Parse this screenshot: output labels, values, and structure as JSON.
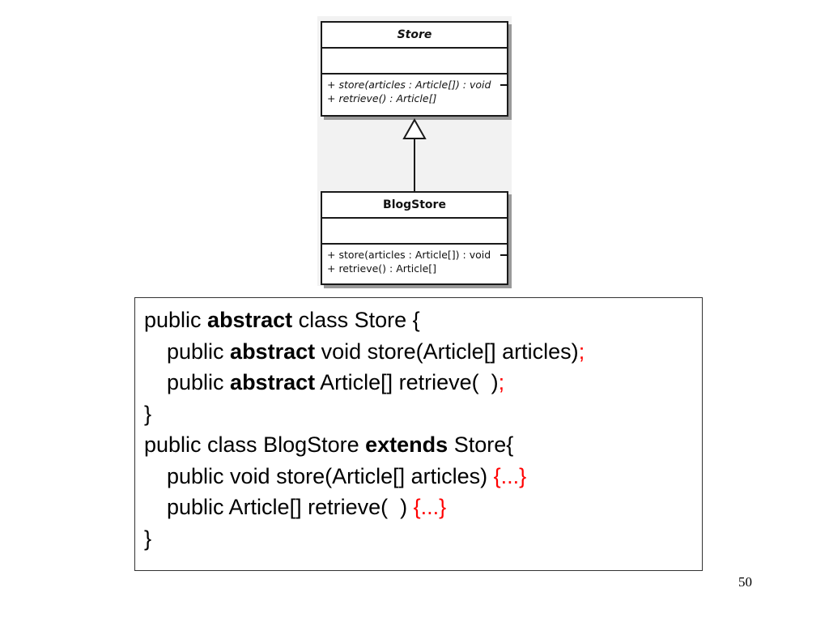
{
  "uml": {
    "store": {
      "name": "Store",
      "ops": [
        "+ store(articles : Article[]) : void",
        "+ retrieve() : Article[]"
      ]
    },
    "blogstore": {
      "name": "BlogStore",
      "ops": [
        "+ store(articles : Article[]) : void",
        "+ retrieve() : Article[]"
      ]
    }
  },
  "code": {
    "l1": {
      "a": "public ",
      "kw": "abstract",
      "b": " class Store {"
    },
    "l2": {
      "a": "public ",
      "kw": "abstract",
      "b": " void store(Article[] articles)",
      "red": ";"
    },
    "l3": {
      "a": "public ",
      "kw": "abstract",
      "b": " Article[] retrieve(  )",
      "red": ";"
    },
    "l4": {
      "a": "}"
    },
    "l5": {
      "a": "public class BlogStore ",
      "kw": "extends",
      "b": " Store{"
    },
    "l6": {
      "a": "public void store(Article[] articles) ",
      "red": "{...}"
    },
    "l7": {
      "a": "public Article[] retrieve(  ) ",
      "red": "{...}"
    },
    "l8": {
      "a": "}"
    }
  },
  "slide_number": "50"
}
